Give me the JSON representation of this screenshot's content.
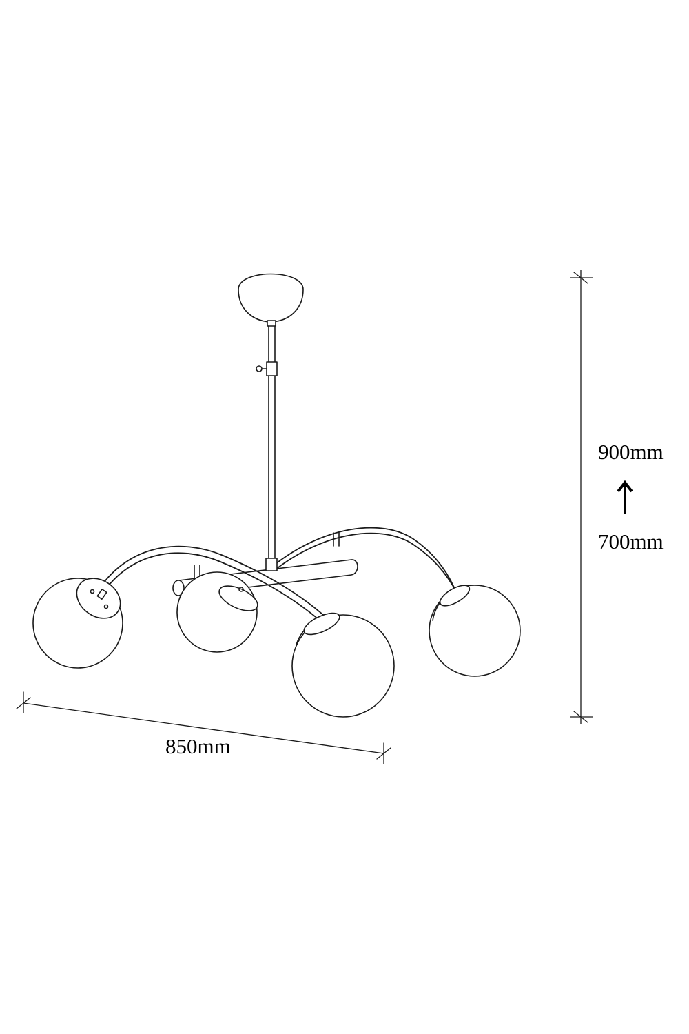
{
  "dimensions": {
    "width_label": "850mm",
    "height_max_label": "900mm",
    "height_min_label": "700mm"
  },
  "colors": {
    "line": "#1a1a1a",
    "background": "#ffffff"
  },
  "icons": {
    "adjust_arrow": "arrow-up-icon"
  }
}
